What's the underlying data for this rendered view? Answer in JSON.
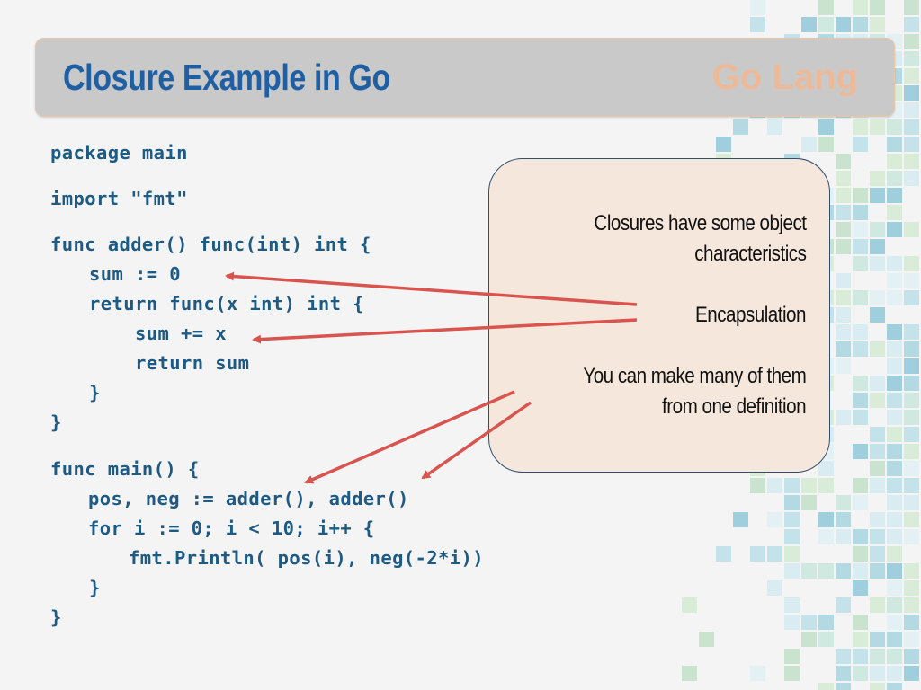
{
  "slide": {
    "title": "Closure Example in Go",
    "brand": "Go Lang"
  },
  "code": {
    "lines": [
      "package main",
      "import \"fmt\"",
      "func adder() func(int) int {",
      "sum := 0",
      "return func(x int) int {",
      "sum += x",
      "return sum",
      "}",
      "}",
      "func main() {",
      "pos, neg := adder(), adder()",
      "for i := 0; i < 10; i++ {",
      "fmt.Println( pos(i), neg(-2*i))",
      "}",
      "}"
    ]
  },
  "callout": {
    "line1": "Closures have some object",
    "line2": "characteristics",
    "line3": "Encapsulation",
    "line4": "You can make many of them",
    "line5": "from one definition"
  },
  "colors": {
    "title": "#1f5fa4",
    "brand": "#f0b994",
    "code": "#1d5a84",
    "arrow": "#d9534f",
    "callout_fill": "#f5e7db",
    "header_fill": "#c9c9c9"
  }
}
